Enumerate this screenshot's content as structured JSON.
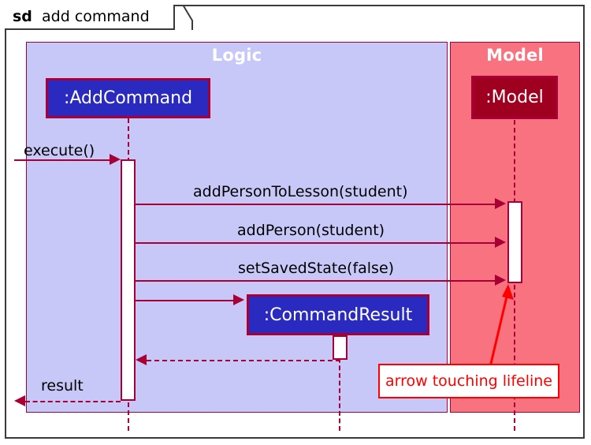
{
  "frame": {
    "keyword": "sd",
    "title": "add command"
  },
  "groups": [
    {
      "name": "Logic",
      "label": "Logic",
      "fill": "#C8C8F8",
      "border": "#A80036",
      "title_color": "#FFFFFF"
    },
    {
      "name": "Model",
      "label": "Model",
      "fill": "#F8737F",
      "border": "#A80036",
      "title_color": "#FFFFFF"
    }
  ],
  "participants": [
    {
      "name": "addcommand",
      "label": ":AddCommand",
      "fill": "#2A2AC0",
      "border": "#A80036",
      "text_color": "#FFFFFF",
      "group": "Logic"
    },
    {
      "name": "model",
      "label": ":Model",
      "fill": "#A00020",
      "border": "#A80036",
      "text_color": "#FFFFFF",
      "group": "Model"
    },
    {
      "name": "commandresult",
      "label": ":CommandResult",
      "fill": "#2A2AC0",
      "border": "#A80036",
      "text_color": "#FFFFFF",
      "group": "Logic"
    }
  ],
  "messages": [
    {
      "name": "execute",
      "label": "execute()",
      "from": "actor-boundary",
      "to": ":AddCommand",
      "style": "solid",
      "direction": "right"
    },
    {
      "name": "add-person-to-lesson",
      "label": "addPersonToLesson(student)",
      "from": ":AddCommand",
      "to": ":Model",
      "style": "solid",
      "direction": "right"
    },
    {
      "name": "add-person",
      "label": "addPerson(student)",
      "from": ":AddCommand",
      "to": ":Model",
      "style": "solid",
      "direction": "right"
    },
    {
      "name": "set-saved-state",
      "label": "setSavedState(false)",
      "from": ":AddCommand",
      "to": ":Model",
      "style": "solid",
      "direction": "right"
    },
    {
      "name": "create-command-result",
      "label": "",
      "from": ":AddCommand",
      "to": ":CommandResult",
      "style": "solid",
      "direction": "right"
    },
    {
      "name": "command-result-return",
      "label": "",
      "from": ":CommandResult",
      "to": ":AddCommand",
      "style": "dashed",
      "direction": "left"
    },
    {
      "name": "result",
      "label": "result",
      "from": ":AddCommand",
      "to": "actor-boundary",
      "style": "dashed",
      "direction": "left"
    }
  ],
  "annotations": [
    {
      "name": "arrow-touching-lifeline",
      "text": "arrow touching lifeline",
      "color": "#FF0000",
      "background": "#FFFFFF",
      "points_to": "setSavedState(false) arrowhead at :Model lifeline"
    }
  ],
  "colors": {
    "line": "#A80036",
    "logic_fill": "#C8C8F8",
    "model_fill": "#F8737F",
    "object_blue": "#2A2AC0",
    "object_darkred": "#A00020",
    "annotation_red": "#FF0000",
    "frame_border": "#3A3A3A"
  }
}
